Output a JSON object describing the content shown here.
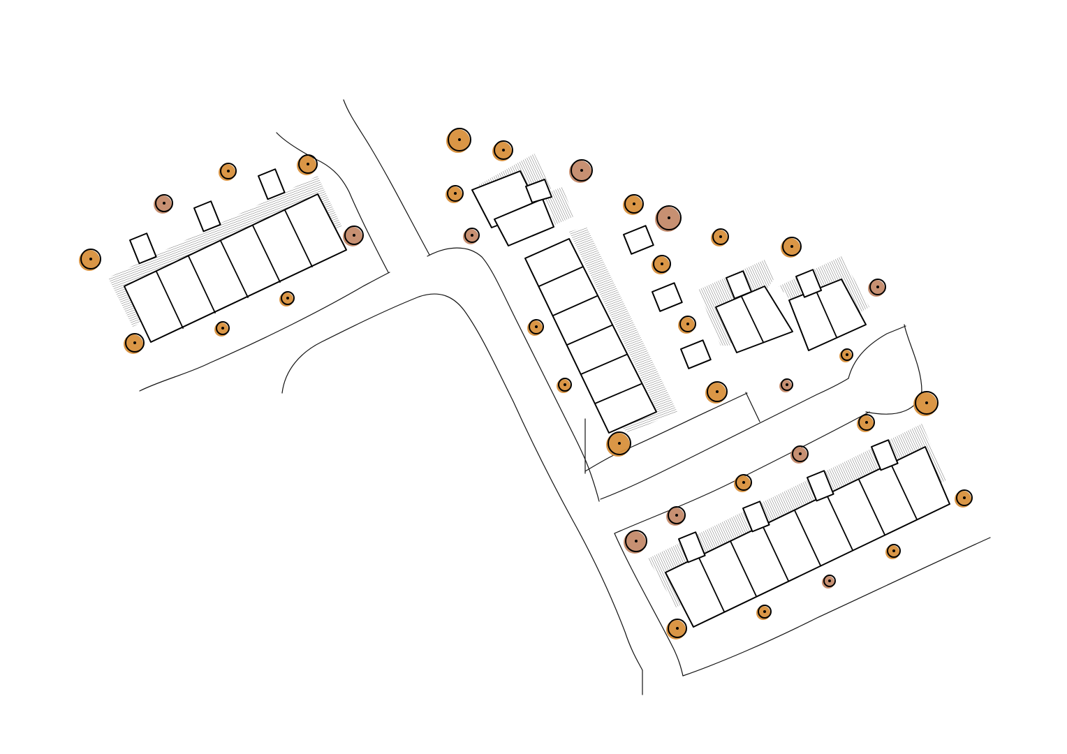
{
  "colors": {
    "background": "#ffffff",
    "ink": "#000000",
    "tree_orange": "#d8903c",
    "tree_brown": "#c48a6a"
  },
  "trees": [
    {
      "tone": "orange",
      "r": 14
    },
    {
      "tone": "brown",
      "r": 12
    },
    {
      "tone": "orange",
      "r": 11
    },
    {
      "tone": "orange",
      "r": 13
    },
    {
      "tone": "brown",
      "r": 13
    },
    {
      "tone": "orange",
      "r": 9
    },
    {
      "tone": "orange",
      "r": 9
    },
    {
      "tone": "orange",
      "r": 13
    },
    {
      "tone": "orange",
      "r": 16
    },
    {
      "tone": "orange",
      "r": 13
    },
    {
      "tone": "brown",
      "r": 15
    },
    {
      "tone": "orange",
      "r": 11
    },
    {
      "tone": "brown",
      "r": 10
    },
    {
      "tone": "orange",
      "r": 13
    },
    {
      "tone": "brown",
      "r": 17
    },
    {
      "tone": "orange",
      "r": 11
    },
    {
      "tone": "orange",
      "r": 12
    },
    {
      "tone": "orange",
      "r": 13
    },
    {
      "tone": "orange",
      "r": 11
    },
    {
      "tone": "brown",
      "r": 11
    },
    {
      "tone": "orange",
      "r": 14
    },
    {
      "tone": "orange",
      "r": 10
    },
    {
      "tone": "orange",
      "r": 9
    },
    {
      "tone": "orange",
      "r": 16
    },
    {
      "tone": "brown",
      "r": 8
    },
    {
      "tone": "orange",
      "r": 8
    },
    {
      "tone": "orange",
      "r": 16
    },
    {
      "tone": "orange",
      "r": 11
    },
    {
      "tone": "orange",
      "r": 11
    },
    {
      "tone": "brown",
      "r": 11
    },
    {
      "tone": "orange",
      "r": 11
    },
    {
      "tone": "brown",
      "r": 12
    },
    {
      "tone": "brown",
      "r": 15
    },
    {
      "tone": "orange",
      "r": 13
    },
    {
      "tone": "orange",
      "r": 9
    },
    {
      "tone": "brown",
      "r": 8
    },
    {
      "tone": "orange",
      "r": 9
    },
    {
      "tone": "orange",
      "r": 11
    }
  ]
}
